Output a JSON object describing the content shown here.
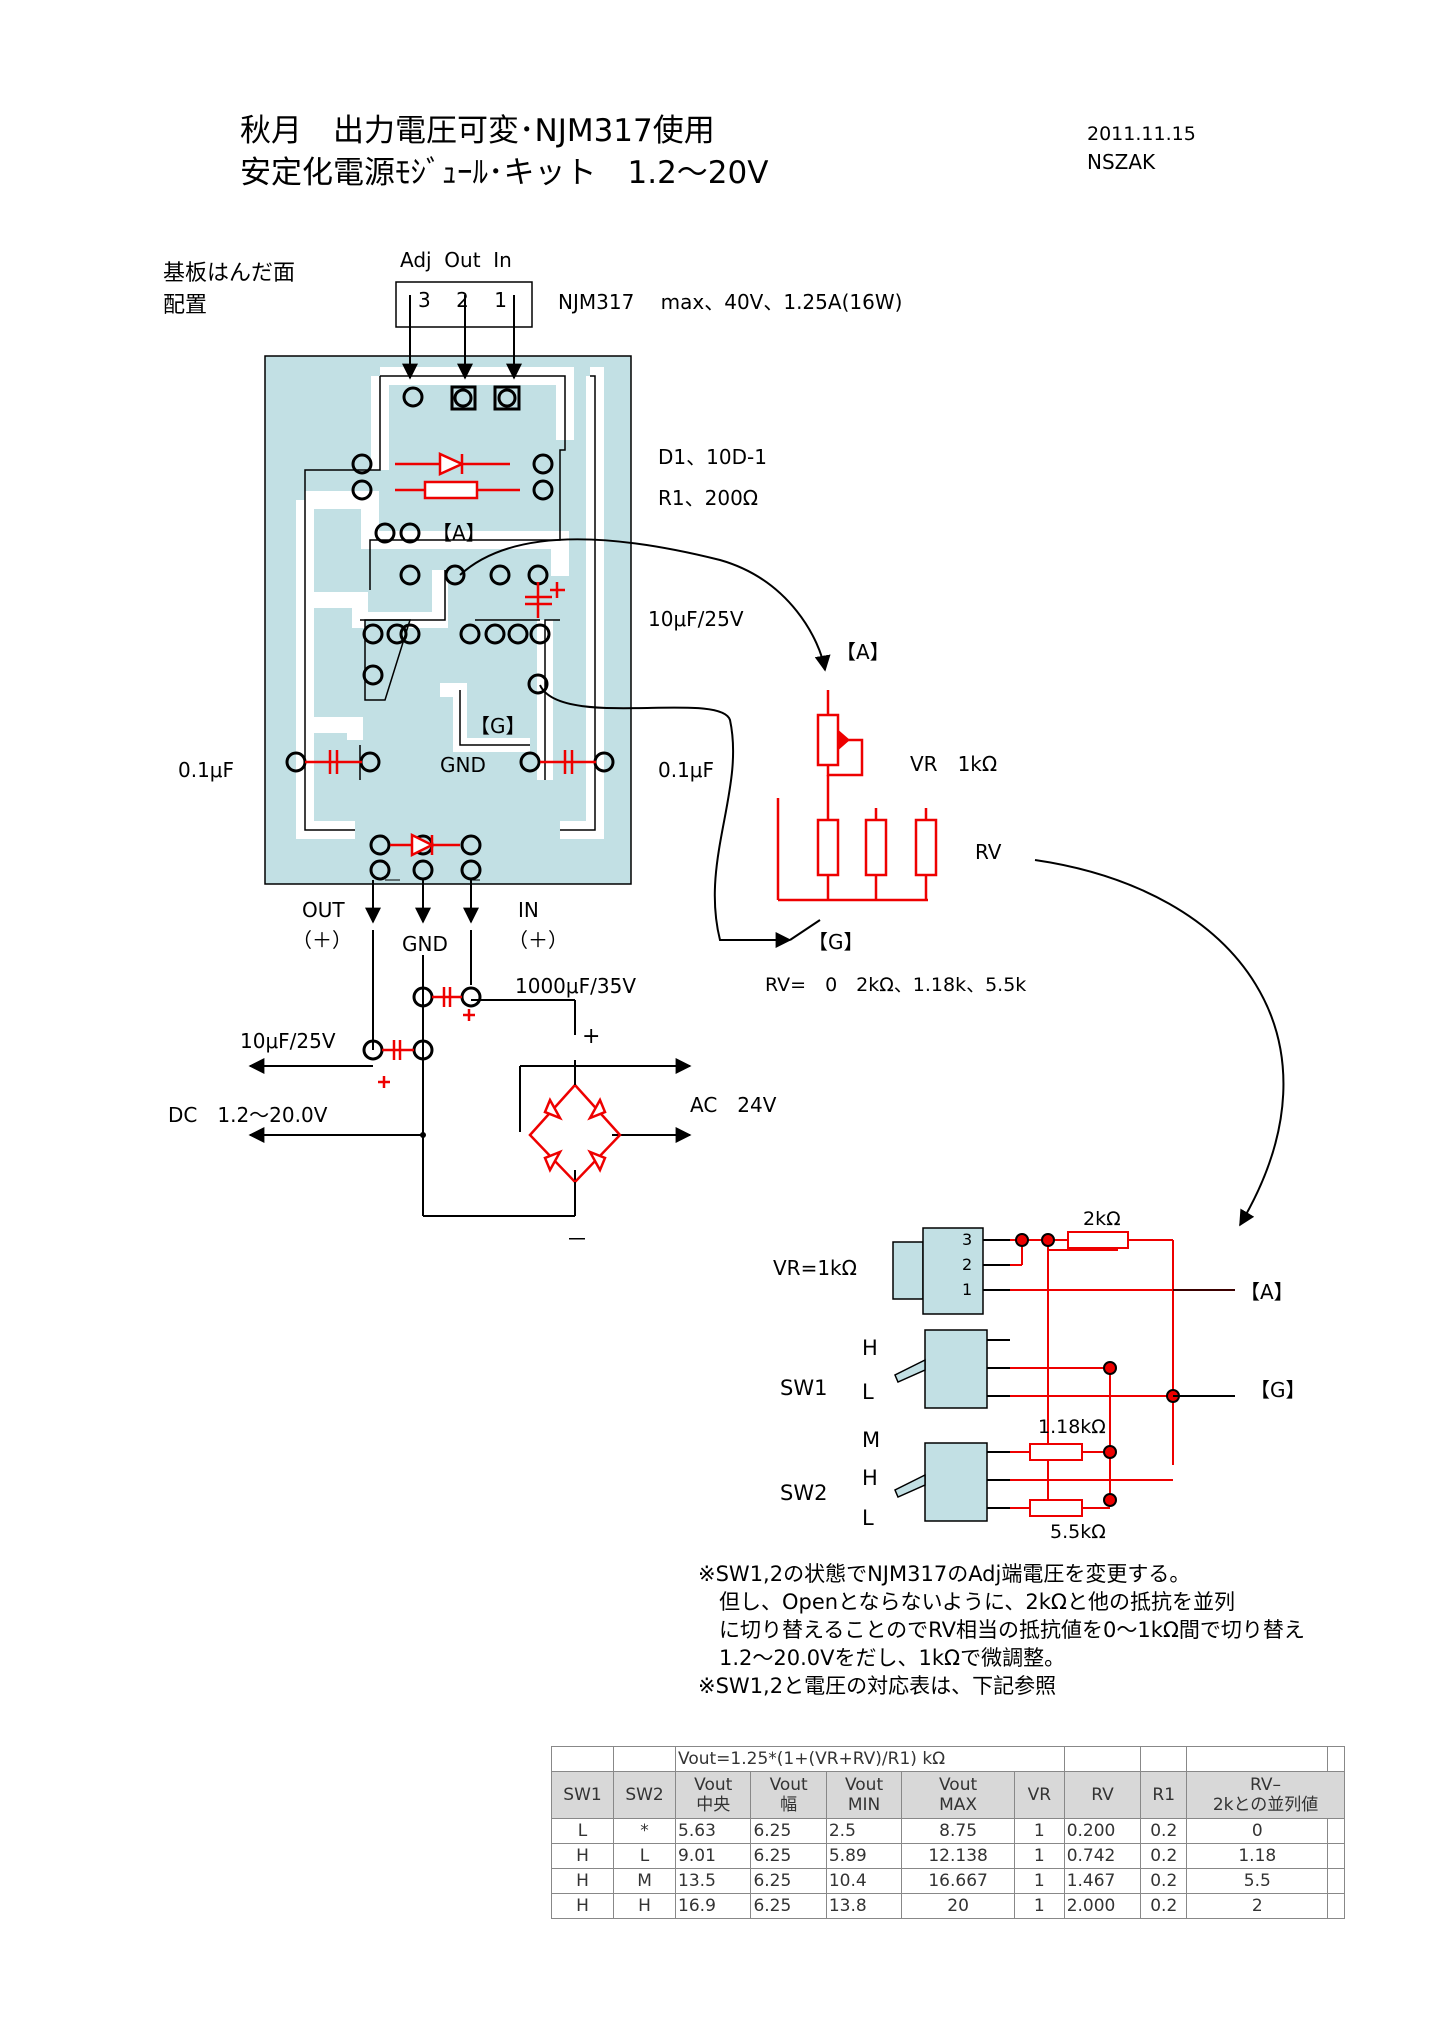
{
  "header": {
    "title_line1": "秋月　出力電圧可変･NJM317使用",
    "title_line2": "安定化電源ﾓｼﾞｭｰﾙ･キット　1.2～20V",
    "date": "2011.11.15",
    "author": "NSZAK"
  },
  "top_diagram": {
    "board_label_1": "基板はんだ面",
    "board_label_2": "配置",
    "pin_names": "Adj  Out  In",
    "pin_numbers": "3    2    1",
    "ic_spec": "NJM317　 max、40V、1.25A(16W)",
    "d1": "D1、10D-1",
    "r1": "R1、200Ω",
    "label_a": "【A】",
    "label_g": "【G】",
    "gnd": "GND",
    "cap_10u_board": "10μF/25V",
    "cap_01_left": "0.1μF",
    "cap_01_right": "0.1μF",
    "out": "OUT",
    "out_plus": "（＋）",
    "in": "IN",
    "in_plus": "（＋）",
    "gnd_bottom": "GND",
    "cap_1000u": "1000μF/35V",
    "cap_10u_out": "10μF/25V",
    "plus_sign": "+",
    "minus_sign": "－",
    "ac": "AC　24V",
    "dc": "DC　1.2～20.0V"
  },
  "rv_diagram": {
    "label_a": "【A】",
    "label_g": "【G】",
    "vr": "VR　1kΩ",
    "rv": "RV",
    "rv_values": "RV=　0　2kΩ、1.18k、5.5k"
  },
  "switch_diagram": {
    "vr_label": "VR=1kΩ",
    "pin3": "3",
    "pin2": "2",
    "pin1": "1",
    "r2k": "2kΩ",
    "label_a": "【A】",
    "label_g": "【G】",
    "sw1": "SW1",
    "sw1_h": "H",
    "sw1_l": "L",
    "sw2": "SW2",
    "sw2_m": "M",
    "sw2_h": "H",
    "sw2_l": "L",
    "r118": "1.18kΩ",
    "r55": "5.5kΩ"
  },
  "notes": [
    "※SW1,2の状態でNJM317のAdj端電圧を変更する。",
    "　但し、Openとならないように、2kΩと他の抵抗を並列",
    "　に切り替えることのでRV相当の抵抗値を0～1kΩ間で切り替え",
    "　1.2～20.0Vをだし、1kΩで微調整。",
    "※SW1,2と電圧の対応表は、下記参照"
  ],
  "table": {
    "formula": "Vout=1.25*(1+(VR+RV)/R1)  kΩ",
    "headers": [
      "SW1",
      "SW2",
      "Vout\n中央",
      "Vout\n幅",
      "Vout\nMIN",
      "Vout\nMAX",
      "VR",
      "RV",
      "R1",
      "RV–\n2kとの並列値"
    ],
    "rows": [
      [
        "L",
        "*",
        "5.63",
        "6.25",
        "2.5",
        "8.75",
        "1",
        "0.200",
        "0.2",
        "0"
      ],
      [
        "H",
        "L",
        "9.01",
        "6.25",
        "5.89",
        "12.138",
        "1",
        "0.742",
        "0.2",
        "1.18"
      ],
      [
        "H",
        "M",
        "13.5",
        "6.25",
        "10.4",
        "16.667",
        "1",
        "1.467",
        "0.2",
        "5.5"
      ],
      [
        "H",
        "H",
        "16.9",
        "6.25",
        "13.8",
        "20",
        "1",
        "2.000",
        "0.2",
        "2"
      ]
    ]
  }
}
